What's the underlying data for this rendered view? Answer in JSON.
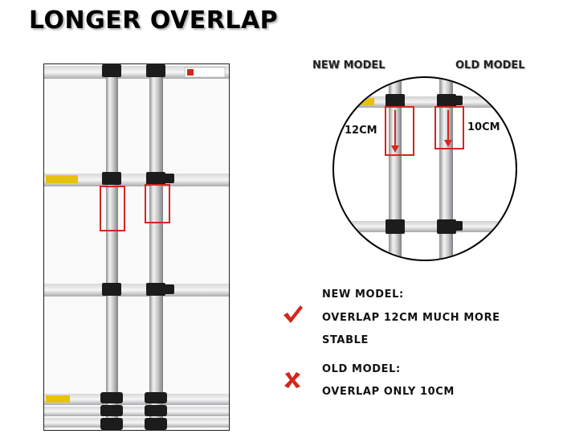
{
  "title": "LONGER OVERLAP",
  "zoom": {
    "new_model_label": "NEW MODEL",
    "old_model_label": "OLD MODEL",
    "new_overlap": "12CM",
    "old_overlap": "10CM"
  },
  "legend": {
    "new": {
      "icon": "check-mark-icon",
      "heading": "NEW MODEL:",
      "line1": "OVERLAP 12CM MUCH MORE",
      "line2": "STABLE"
    },
    "old": {
      "icon": "cross-mark-icon",
      "heading": "OLD MODEL:",
      "line1": "OVERLAP ONLY 10CM"
    }
  },
  "colors": {
    "highlight": "#d4271c",
    "text": "#111111",
    "clamp": "#1c1c1c",
    "label_yellow": "#e8c20a"
  }
}
